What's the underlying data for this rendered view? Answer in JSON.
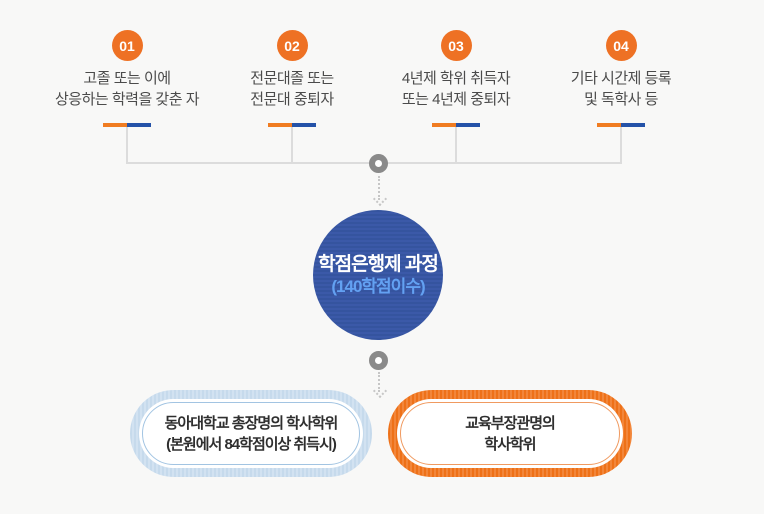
{
  "steps": [
    {
      "number": "01",
      "line1": "고졸 또는 이에",
      "line2": "상응하는 학력을 갖춘 자"
    },
    {
      "number": "02",
      "line1": "전문대졸 또는",
      "line2": "전문대 중퇴자"
    },
    {
      "number": "03",
      "line1": "4년제 학위 취득자",
      "line2": "또는 4년제 중퇴자"
    },
    {
      "number": "04",
      "line1": "기타 시간제 등록",
      "line2": "및 독학사 등"
    }
  ],
  "center_circle": {
    "title": "학점은행제 과정",
    "subtitle": "(140학점이수)"
  },
  "results": [
    {
      "line1": "동아대학교 총장명의 학사학위",
      "line2": "(본원에서 84학점이상 취득시)"
    },
    {
      "line1": "교육부장관명의",
      "line2": "학사학위"
    }
  ],
  "colors": {
    "bg": "#f8f8f7",
    "badge-orange": "#ee7124",
    "underline-orange": "#f07c21",
    "underline-blue": "#2452a8",
    "line-gray": "#dcdcdc",
    "ring-gray": "#8a8a8a",
    "arrow-gray": "#c6c6c6",
    "circle-blue": "#35549f",
    "circle-blue-stripe": "#3b59a8",
    "circle-subtitle": "#63a1f2",
    "pill-blue": "#c6daec",
    "pill-blue-stripe": "#d2e2f1",
    "pill-blue-border": "#a2c4e2",
    "pill-orange": "#ee7118",
    "pill-orange-stripe": "#f2863a",
    "pill-orange-border": "#f09a60",
    "text-dark": "#4b4b4b",
    "pill-text": "#2f2f2f"
  }
}
